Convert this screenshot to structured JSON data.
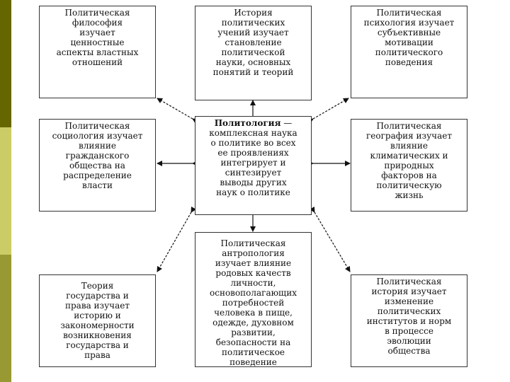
{
  "colors": {
    "bar_dark": "#666600",
    "bar_light": "#cccc66",
    "bar_mid": "#999933"
  },
  "boxes": {
    "top_left": {
      "lines": [
        "Политическая",
        "философия",
        "изучает",
        "ценностные",
        "аспекты властных",
        "отношений"
      ]
    },
    "top_center": {
      "lines": [
        "История",
        "политических",
        "учений изучает",
        "становление",
        "политической",
        "науки, основных",
        "понятий и теорий"
      ]
    },
    "top_right": {
      "lines": [
        "Политическая",
        "психология изучает",
        "субъективные",
        "мотивации",
        "политического",
        "поведения"
      ]
    },
    "mid_left": {
      "lines": [
        "Политическая",
        "социология изучает",
        "влияние",
        "гражданского",
        "общества на",
        "распределение",
        "власти"
      ]
    },
    "center": {
      "title": "Политология",
      "title_suffix": " —",
      "lines": [
        "комплексная наука",
        "о политике во всех",
        "ее проявлениях",
        "интегрирует и",
        "синтезирует",
        "выводы других",
        "наук о политике"
      ]
    },
    "mid_right": {
      "lines": [
        "Политическая",
        "география изучает",
        "влияние",
        "климатических и",
        "природных",
        "факторов на",
        "политическую",
        "жизнь"
      ]
    },
    "bottom_left": {
      "lines": [
        "Теория",
        "государства и",
        "права изучает",
        "историю и",
        "закономерности",
        "возникновения",
        "государства и",
        "права"
      ]
    },
    "bottom_center": {
      "lines": [
        "Политическая",
        "антропология",
        "изучает влияние",
        "родовых качеств",
        "личности,",
        "основополагающих",
        "потребностей",
        "человека в пище,",
        "одежде, духовном",
        "развитии,",
        "безопасности на",
        "политическое",
        "поведение"
      ]
    },
    "bottom_right": {
      "lines": [
        "Политическая",
        "история изучает",
        "изменение",
        "политических",
        "институтов и норм",
        "в процессе",
        "эволюции",
        "общества"
      ]
    }
  }
}
